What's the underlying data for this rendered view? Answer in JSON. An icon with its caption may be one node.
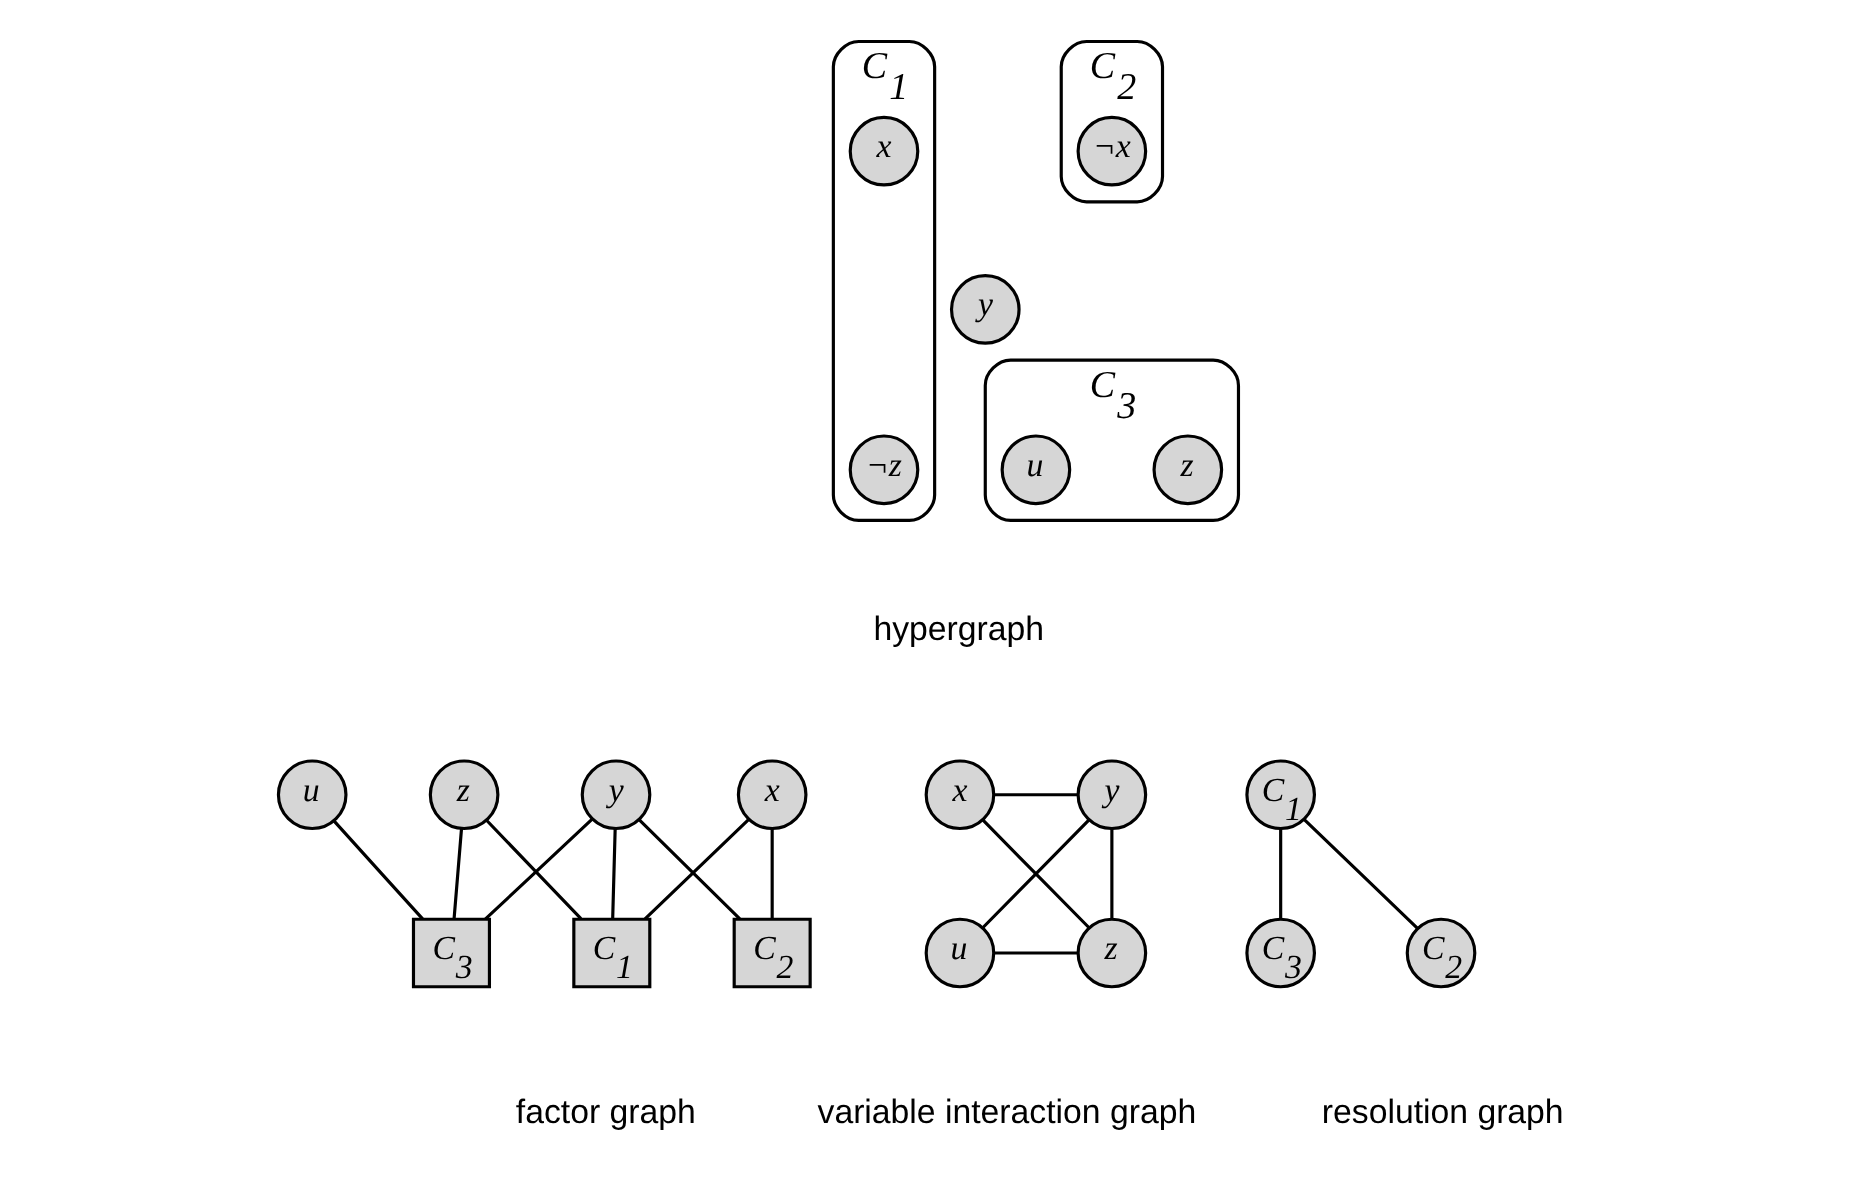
{
  "diagram": {
    "nodes": [
      {
        "text": [
          "C$_{1}$"
        ]
      },
      {
        "text": [
          "x"
        ],
        "in": 0
      },
      {
        "text": [
          "¬z"
        ],
        "in": 0
      },
      {
        "text": [
          "C$_{2}$"
        ]
      },
      {
        "text": [
          "¬x"
        ],
        "in": 3
      },
      {
        "text": [
          "y"
        ]
      },
      {
        "text": [
          "C$_{3}$"
        ]
      },
      {
        "text": [
          "z"
        ],
        "in": 6
      },
      {
        "text": [
          "u"
        ],
        "in": 6
      },
      {
        "text": [
          "x"
        ]
      },
      {
        "text": [
          "y"
        ]
      },
      {
        "text": [
          "z"
        ]
      },
      {
        "text": [
          "u"
        ]
      },
      {
        "text": [
          "C$_{1}$"
        ]
      },
      {
        "text": [
          "C$_{2}$"
        ]
      },
      {
        "text": [
          "C$_{3}$"
        ]
      },
      {
        "text": [
          "x"
        ]
      },
      {
        "text": [
          "y"
        ]
      },
      {
        "text": [
          "u"
        ]
      },
      {
        "text": [
          "z"
        ]
      },
      {
        "text": [
          "C$_{1}$"
        ]
      },
      {
        "text": [
          "C$_{2}$"
        ]
      },
      {
        "text": [
          "C$_{3}$"
        ]
      }
    ],
    "edges": [
      {
        "from": 9,
        "to": 13,
        "arrow": "none"
      },
      {
        "from": 9,
        "to": 14,
        "arrow": "none"
      },
      {
        "from": 10,
        "to": 13,
        "arrow": "none"
      },
      {
        "from": 10,
        "to": 14,
        "arrow": "none"
      },
      {
        "from": 10,
        "to": 15,
        "arrow": "none"
      },
      {
        "from": 11,
        "to": 13,
        "arrow": "none"
      },
      {
        "from": 11,
        "to": 15,
        "arrow": "none"
      },
      {
        "from": 12,
        "to": 15,
        "arrow": "none"
      },
      {
        "from": 16,
        "to": 17,
        "arrow": "none"
      },
      {
        "from": 16,
        "to": 19,
        "arrow": "none"
      },
      {
        "from": 17,
        "to": 18,
        "arrow": "none"
      },
      {
        "from": 17,
        "to": 19,
        "arrow": "none"
      },
      {
        "from": 18,
        "to": 19,
        "arrow": "none"
      },
      {
        "from": 20,
        "to": 21,
        "arrow": "none"
      },
      {
        "from": 20,
        "to": 22,
        "arrow": "none"
      }
    ],
    "labels": [
      "hypergraph",
      "factor graph",
      "variable interaction graph",
      "resolution graph"
    ]
  }
}
